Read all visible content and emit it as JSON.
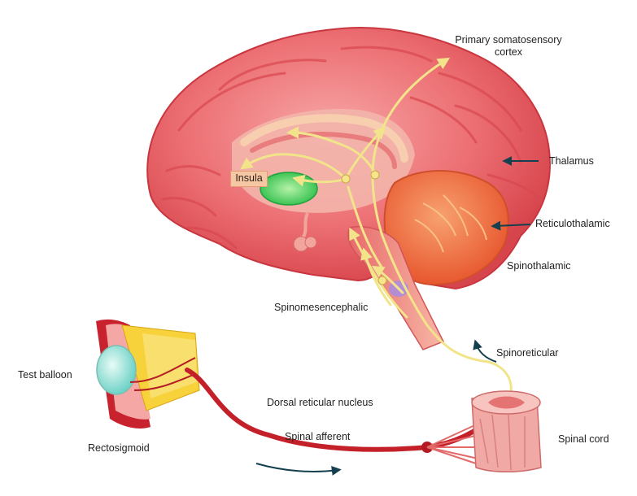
{
  "labels": {
    "primary_somatosensory_line1": "Primary somatosensory",
    "primary_somatosensory_line2": "cortex",
    "thalamus": "Thalamus",
    "reticulothalamic": "Reticulothalamic",
    "spinothalamic": "Spinothalamic",
    "insula": "Insula",
    "spinomesencephalic": "Spinomesencephalic",
    "spinoreticular": "Spinoreticular",
    "test_balloon": "Test balloon",
    "dorsal_reticular_nucleus": "Dorsal reticular nucleus",
    "spinal_afferent": "Spinal afferent",
    "rectosigmoid": "Rectosigmoid",
    "spinal_cord": "Spinal cord"
  },
  "colors": {
    "brain": "#e8656a",
    "brain_light": "#f29a9b",
    "pathway": "#f2e48a",
    "insula": "#3ccf5a",
    "cerebellum": "#f07a4f",
    "nerve": "#c4202a",
    "arrow": "#15404f"
  }
}
